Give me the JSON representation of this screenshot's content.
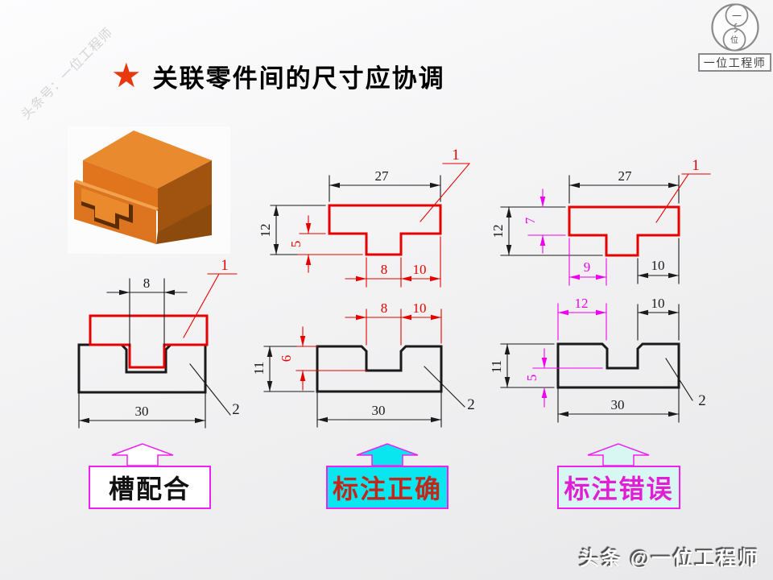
{
  "watermark": "头条号：一位工程师",
  "title": {
    "star": "★",
    "text": "关联零件间的尺寸应协调"
  },
  "logo": {
    "top_char": "一",
    "bottom_char": "位",
    "name": "一位工程师"
  },
  "footer": "头条 @一位工程师",
  "labels": {
    "left": "槽配合",
    "middle": "标注正确",
    "right": "标注错误"
  },
  "colors": {
    "accent_red": "#e60000",
    "accent_magenta": "#ee00ee",
    "label_cyan": "#0ae6ef",
    "label_light_cyan": "#d9f7f2",
    "star_red": "#e8380d",
    "block_orange": "#e0751d"
  },
  "drawings": {
    "assembly": {
      "dims": {
        "slot_width": "8",
        "base_width": "30"
      },
      "leaders": {
        "part1": "1",
        "part2": "2"
      }
    },
    "correct_top": {
      "dims": {
        "width": "27",
        "height": "12",
        "tenon_height": "5",
        "tenon_width": "8",
        "right_land": "10"
      },
      "leader": "1"
    },
    "correct_bottom": {
      "dims": {
        "slot_width": "8",
        "right_land": "10",
        "slot_depth": "6",
        "height": "11",
        "width": "30"
      },
      "leader": "2"
    },
    "wrong_top": {
      "dims": {
        "width": "27",
        "height": "12",
        "flange_height": "7",
        "left_land": "9",
        "right_land": "10"
      },
      "leader": "1"
    },
    "wrong_bottom": {
      "dims": {
        "left_land": "12",
        "right_land": "10",
        "height": "11",
        "bottom_land": "5",
        "width": "30"
      },
      "leader": "2"
    }
  }
}
